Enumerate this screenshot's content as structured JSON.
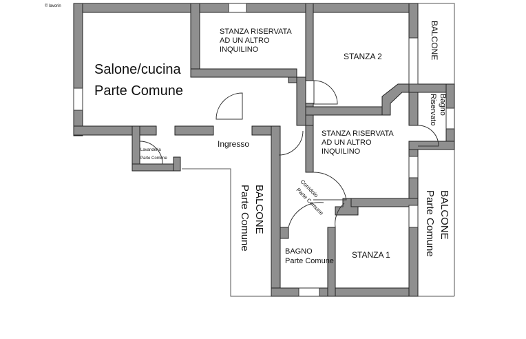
{
  "watermark": "© lavorin",
  "rooms": {
    "salone": {
      "line1": "Salone/cucina",
      "line2": "Parte Comune"
    },
    "stanza_riservata_top": {
      "line1": "STANZA RISERVATA",
      "line2": "AD UN ALTRO",
      "line3": "INQUILINO"
    },
    "stanza2": {
      "label": "STANZA 2"
    },
    "balcone_top_right": {
      "label": "BALCONE"
    },
    "bagno_riservato": {
      "line1": "Bagno",
      "line2": "Riservato"
    },
    "stanza_riservata_mid": {
      "line1": "STANZA RISERVATA",
      "line2": "AD UN ALTRO",
      "line3": "INQUILINO"
    },
    "ingresso": {
      "label": "Ingresso"
    },
    "lavanderia": {
      "line1": "Lavanderia",
      "line2": "Parte Comune"
    },
    "corridoio": {
      "line1": "Corridoio",
      "line2": "Parte Comune"
    },
    "balcone_left": {
      "line1": "BALCONE",
      "line2": "Parte Comune"
    },
    "balcone_right": {
      "line1": "BALCONE",
      "line2": "Parte Comune"
    },
    "bagno": {
      "line1": "BAGNO",
      "line2": "Parte Comune"
    },
    "stanza1": {
      "label": "STANZA 1"
    }
  }
}
